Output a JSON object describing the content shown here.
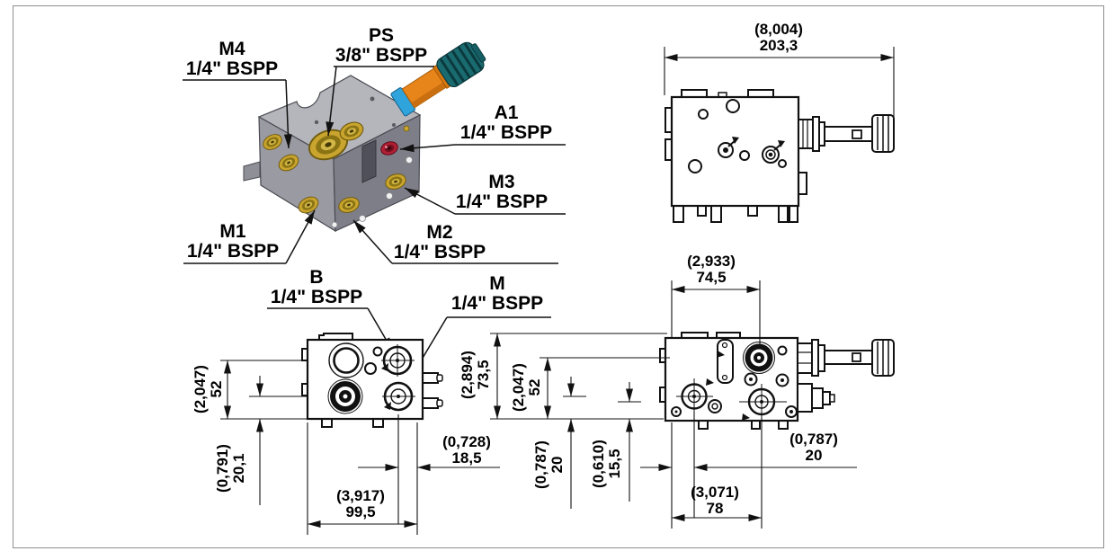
{
  "drawing": {
    "port_labels": {
      "m4": {
        "code": "M4",
        "thread": "1/4\" BSPP"
      },
      "ps": {
        "code": "PS",
        "thread": "3/8\" BSPP"
      },
      "a1": {
        "code": "A1",
        "thread": "1/4\" BSPP"
      },
      "m3": {
        "code": "M3",
        "thread": "1/4\" BSPP"
      },
      "m1": {
        "code": "M1",
        "thread": "1/4\" BSPP"
      },
      "m2": {
        "code": "M2",
        "thread": "1/4\" BSPP"
      },
      "b": {
        "code": "B",
        "thread": "1/4\" BSPP"
      },
      "m": {
        "code": "M",
        "thread": "1/4\" BSPP"
      }
    },
    "dimensions": {
      "top_width": {
        "inches": "(8,004)",
        "mm": "203,3"
      },
      "front_h52": {
        "inches": "(2,047)",
        "mm": "52"
      },
      "front_h20_1": {
        "inches": "(0,791)",
        "mm": "20,1"
      },
      "front_w18_5": {
        "inches": "(0,728)",
        "mm": "18,5"
      },
      "front_w99_5": {
        "inches": "(3,917)",
        "mm": "99,5"
      },
      "side_h73_5": {
        "inches": "(2,894)",
        "mm": "73,5"
      },
      "side_h52": {
        "inches": "(2,047)",
        "mm": "52"
      },
      "side_h20": {
        "inches": "(0,787)",
        "mm": "20"
      },
      "side_h15_5": {
        "inches": "(0,610)",
        "mm": "15,5"
      },
      "side_w74_5": {
        "inches": "(2,933)",
        "mm": "74,5"
      },
      "side_w20": {
        "inches": "(0,787)",
        "mm": "20"
      },
      "side_w78": {
        "inches": "(3,071)",
        "mm": "78"
      }
    },
    "colors": {
      "line": "#1a1a1a",
      "block_top": "#b5b5bc",
      "block_left": "#9a9aa2",
      "block_right": "#7e7e88",
      "port_brass": "#c9a42e",
      "adjuster_orange": "#e8851a",
      "knob_teal": "#1a6b70",
      "band_blue": "#2ea3dc",
      "port_red": "#b11f35",
      "frame_border": "#8f8f8f",
      "background": "#ffffff"
    }
  }
}
